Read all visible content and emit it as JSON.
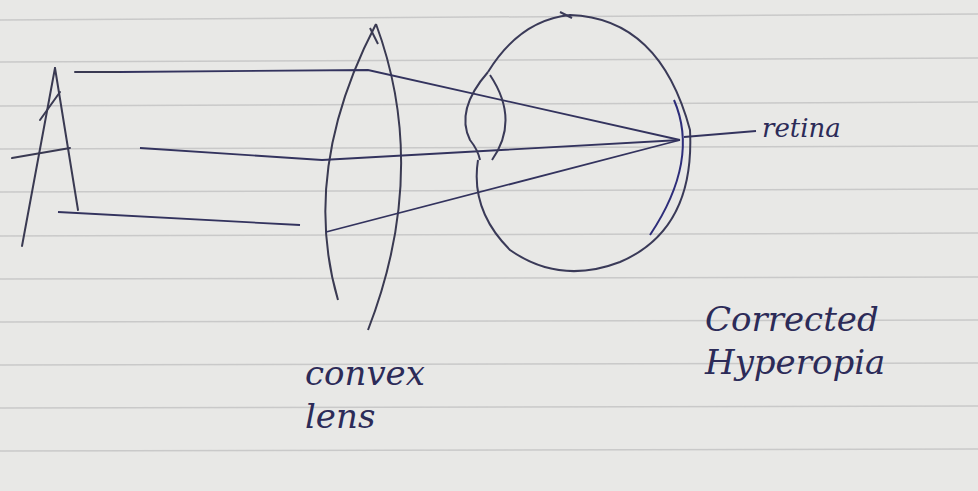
{
  "diagram": {
    "labels": [
      "retina",
      "convex lens",
      "Corrected Hyperopia"
    ]
  }
}
